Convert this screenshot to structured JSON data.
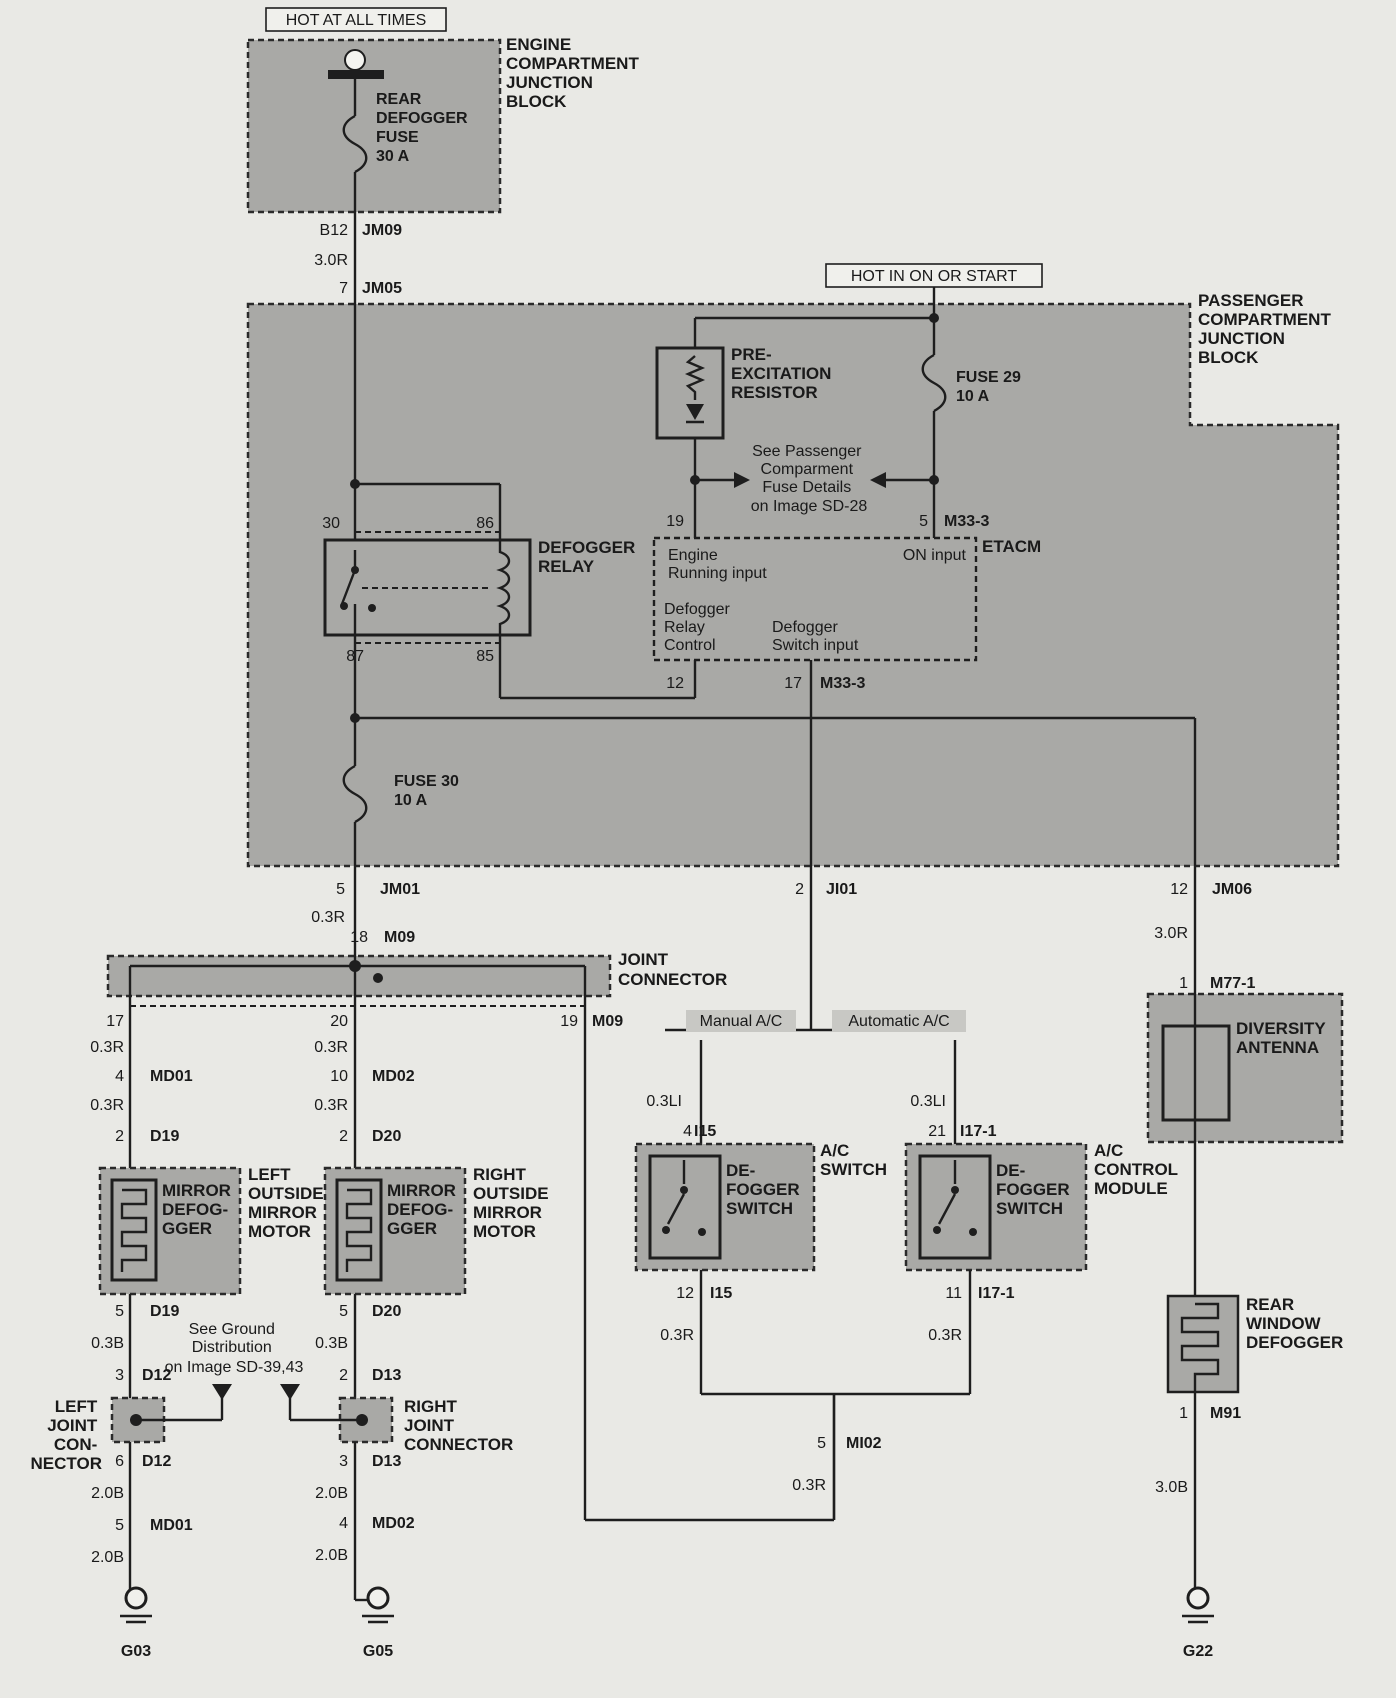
{
  "top_labels": {
    "hot_at_all_times": "HOT AT ALL TIMES",
    "hot_in_on_or_start": "HOT IN ON OR START"
  },
  "blocks": {
    "engine_junction": [
      "ENGINE",
      "COMPARTMENT",
      "JUNCTION",
      "BLOCK"
    ],
    "passenger_junction": [
      "PASSENGER",
      "COMPARTMENT",
      "JUNCTION",
      "BLOCK"
    ],
    "joint_connector": [
      "JOINT",
      "CONNECTOR"
    ],
    "etacm": "ETACM"
  },
  "components": {
    "rear_defogger_fuse": [
      "REAR",
      "DEFOGGER",
      "FUSE",
      "30 A"
    ],
    "pre_excitation_resistor": [
      "PRE-",
      "EXCITATION",
      "RESISTOR"
    ],
    "fuse_29": [
      "FUSE 29",
      "10 A"
    ],
    "fuse_30": [
      "FUSE 30",
      "10 A"
    ],
    "defogger_relay": [
      "DEFOGGER",
      "RELAY"
    ],
    "diversity_antenna": [
      "DIVERSITY",
      "ANTENNA"
    ],
    "mirror_defogger": [
      "MIRROR",
      "DEFOG-",
      "GGER"
    ],
    "left_mirror_motor": [
      "LEFT",
      "OUTSIDE",
      "MIRROR",
      "MOTOR"
    ],
    "right_mirror_motor": [
      "RIGHT",
      "OUTSIDE",
      "MIRROR",
      "MOTOR"
    ],
    "defogger_switch": [
      "DE-",
      "FOGGER",
      "SWITCH"
    ],
    "ac_switch": [
      "A/C",
      "SWITCH"
    ],
    "ac_control_module": [
      "A/C",
      "CONTROL",
      "MODULE"
    ],
    "rear_window_defogger": [
      "REAR",
      "WINDOW",
      "DEFOGGER"
    ],
    "left_joint_connector": [
      "LEFT",
      "JOINT",
      "CON-",
      "NECTOR"
    ],
    "right_joint_connector": [
      "RIGHT",
      "JOINT",
      "CONNECTOR"
    ]
  },
  "etacm_pins": {
    "engine_running": [
      "Engine",
      "Running input"
    ],
    "on_input": "ON input",
    "relay_control": [
      "Defogger",
      "Relay",
      "Control"
    ],
    "switch_input": [
      "Defogger",
      "Switch input"
    ]
  },
  "notes": {
    "fuse_details": [
      "See Passenger",
      "Comparment",
      "Fuse Details",
      "on Image SD-28"
    ],
    "ground_distribution": [
      "See Ground",
      "Distribution",
      "on Image SD-39,43"
    ]
  },
  "options": {
    "manual_ac": "Manual A/C",
    "automatic_ac": "Automatic A/C"
  },
  "pins": {
    "b12": "B12",
    "jm09": "JM09",
    "w30r_a": "3.0R",
    "p7": "7",
    "jm05": "JM05",
    "p30": "30",
    "p86": "86",
    "p87": "87",
    "p85": "85",
    "p19": "19",
    "p5a": "5",
    "m33_3a": "M33-3",
    "p12a": "12",
    "p17": "17",
    "m33_3b": "M33-3",
    "p5b": "5",
    "jm01": "JM01",
    "w03r_a": "0.3R",
    "p18": "18",
    "m09a": "M09",
    "p2a": "2",
    "ji01": "JI01",
    "p12b": "12",
    "jm06": "JM06",
    "w30r_b": "3.0R",
    "p1a": "1",
    "m77_1": "M77-1",
    "p17b": "17",
    "p20": "20",
    "p19b": "19",
    "m09b": "M09",
    "w03r_b": "0.3R",
    "w03r_c": "0.3R",
    "p4a": "4",
    "md01a": "MD01",
    "p10": "10",
    "md02a": "MD02",
    "w03r_d": "0.3R",
    "w03r_e": "0.3R",
    "p2b": "2",
    "d19a": "D19",
    "p2c": "2",
    "d20a": "D20",
    "w03li_a": "0.3LI",
    "w03li_b": "0.3LI",
    "p4b": "4",
    "i15a": "I15",
    "p21": "21",
    "i17_1a": "I17-1",
    "p5c": "5",
    "d19b": "D19",
    "p5d": "5",
    "d20b": "D20",
    "p12c": "12",
    "i15b": "I15",
    "p11": "11",
    "i17_1b": "I17-1",
    "w03b_a": "0.3B",
    "w03b_b": "0.3B",
    "w03r_f": "0.3R",
    "w03r_g": "0.3R",
    "p3a": "3",
    "d12a": "D12",
    "p2d": "2",
    "d13a": "D13",
    "p6": "6",
    "d12b": "D12",
    "p3b": "3",
    "d13b": "D13",
    "p5e": "5",
    "mi02": "MI02",
    "w03r_h": "0.3R",
    "w20b_a": "2.0B",
    "w20b_b": "2.0B",
    "p5f": "5",
    "md01b": "MD01",
    "p4c": "4",
    "md02b": "MD02",
    "w20b_c": "2.0B",
    "w20b_d": "2.0B",
    "p1b": "1",
    "m91": "M91",
    "w30b": "3.0B"
  },
  "grounds": {
    "g03": "G03",
    "g05": "G05",
    "g22": "G22"
  }
}
